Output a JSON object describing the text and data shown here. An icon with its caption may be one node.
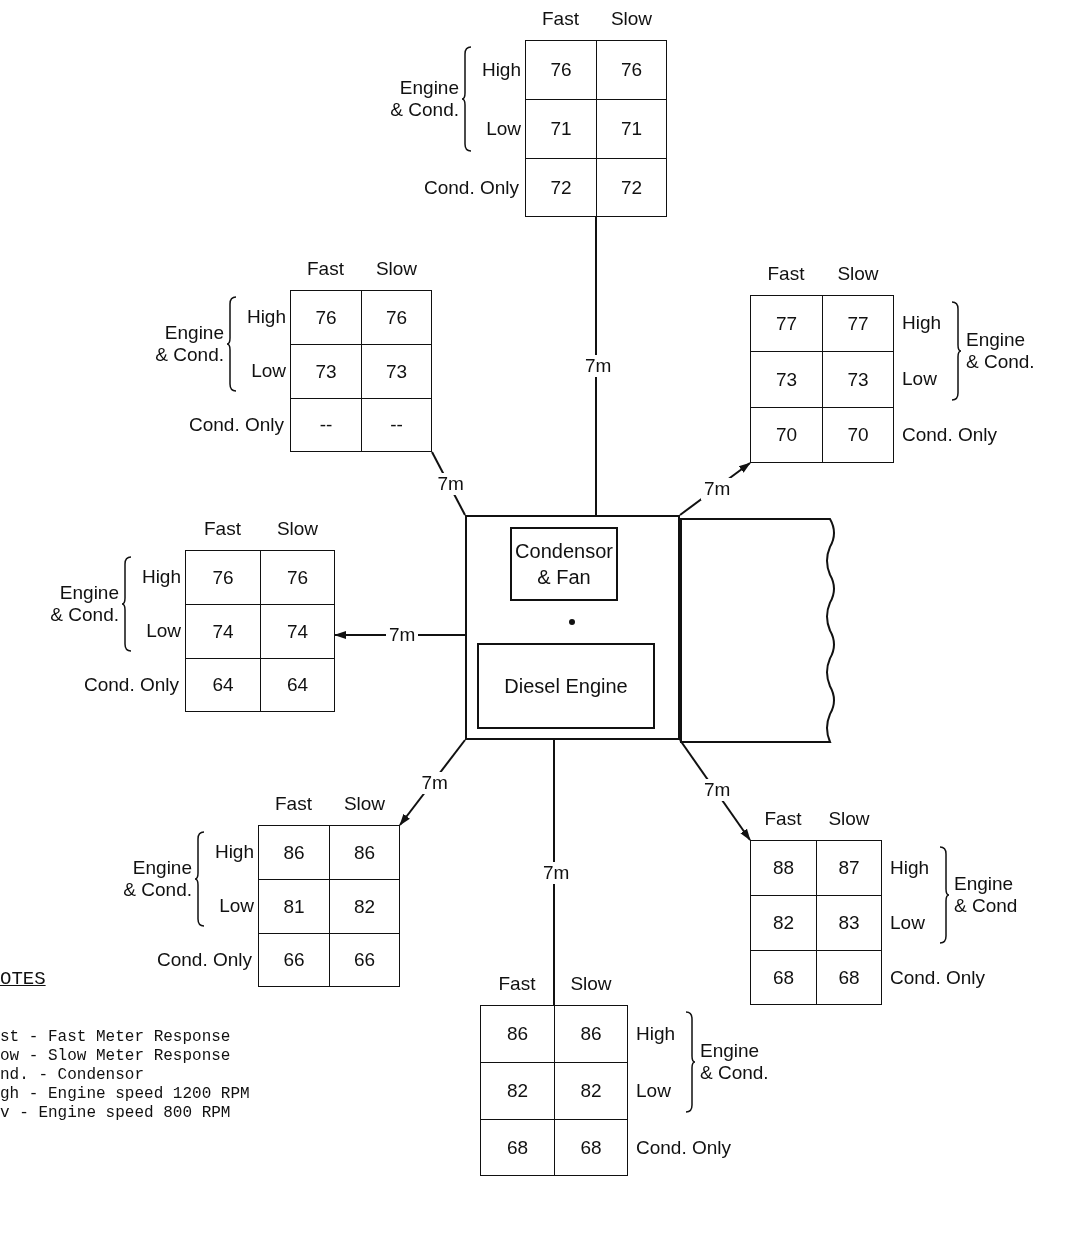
{
  "diagram": {
    "nodes": [
      {
        "text": [
          "Fast",
          "Slow",
          "Engine & Cond.",
          "High",
          "76",
          "76",
          "Low",
          "71",
          "71",
          "Cond. Only",
          "72",
          "72"
        ]
      },
      {
        "text": [
          "Fast",
          "Slow",
          "Engine & Cond.",
          "High",
          "76",
          "76",
          "Low",
          "73",
          "73",
          "Cond. Only",
          "--",
          "--"
        ]
      },
      {
        "text": [
          "Fast",
          "Slow",
          "77",
          "77",
          "High",
          "Engine & Cond.",
          "73",
          "73",
          "Low",
          "70",
          "70",
          "Cond. Only"
        ]
      },
      {
        "text": [],
        "shape": "box"
      },
      {
        "text": [
          "Condensor & Fan"
        ],
        "in": 3
      },
      {
        "text": [
          "Diesel Engine"
        ],
        "in": 3
      },
      {
        "text": [],
        "shape": "box"
      },
      {
        "text": [
          "Fast",
          "Slow",
          "Engine & Cond.",
          "High",
          "76",
          "76",
          "Low",
          "74",
          "74",
          "Cond. Only",
          "64",
          "64"
        ]
      },
      {
        "text": [
          "Fast",
          "Slow",
          "Engine & Cond.",
          "High",
          "86",
          "86",
          "Low",
          "81",
          "82",
          "Cond. Only",
          "66",
          "66"
        ]
      },
      {
        "text": [
          "Fast",
          "Slow",
          "88",
          "87",
          "High",
          "Engine & Cond",
          "82",
          "83",
          "Low",
          "68",
          "68",
          "Cond. Only"
        ]
      },
      {
        "text": [
          "Fast",
          "Slow",
          "86",
          "86",
          "High",
          "Engine & Cond.",
          "82",
          "82",
          "Low",
          "68",
          "68",
          "Cond. Only"
        ]
      }
    ],
    "edges": [
      {
        "from": 3,
        "to": 0,
        "label": "7m",
        "arrow": "none"
      },
      {
        "from": 3,
        "to": 1,
        "label": "7m",
        "arrow": "none"
      },
      {
        "from": 3,
        "to": 2,
        "label": "7m",
        "arrow": "to"
      },
      {
        "from": 3,
        "to": 7,
        "label": "7m",
        "arrow": "to"
      },
      {
        "from": 3,
        "to": 8,
        "label": "7m",
        "arrow": "to"
      },
      {
        "from": 3,
        "to": 9,
        "label": "7m",
        "arrow": "to"
      },
      {
        "from": 3,
        "to": 10,
        "label": "7m",
        "arrow": "none"
      }
    ],
    "labels": [
      "OTES",
      "st - Fast Meter Response",
      "ow - Slow Meter Response",
      "nd. - Condensor",
      "gh - Engine speed 1200 RPM",
      "v - Engine speed 800 RPM"
    ]
  }
}
